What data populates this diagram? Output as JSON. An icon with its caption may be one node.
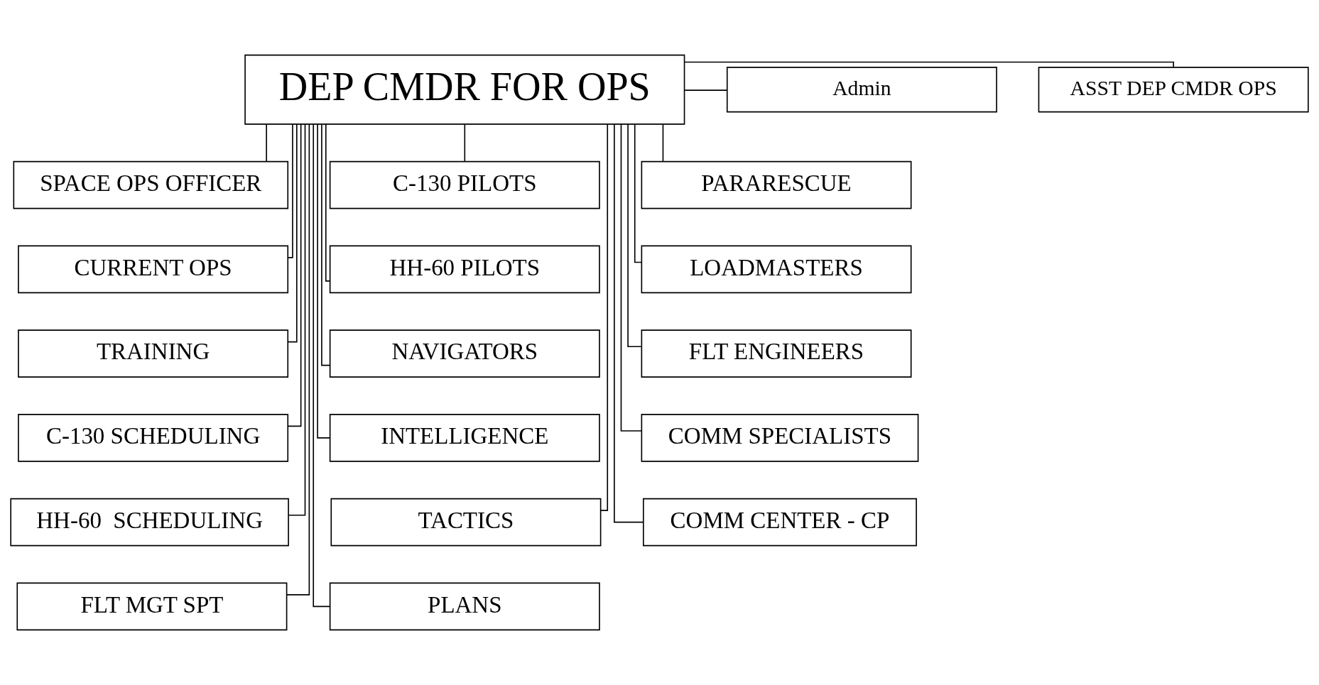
{
  "diagram": {
    "nodes": [
      {
        "text": [
          "DEP CMDR FOR OPS"
        ]
      },
      {
        "text": [
          "ASST DEP CMDR OPS"
        ]
      },
      {
        "text": [
          "Admin"
        ]
      },
      {
        "text": [
          "SPACE OPS OFFICER"
        ]
      },
      {
        "text": [
          "C-130 PILOTS"
        ]
      },
      {
        "text": [
          "PARARESCUE"
        ]
      },
      {
        "text": [
          "CURRENT OPS"
        ]
      },
      {
        "text": [
          "HH-60 PILOTS"
        ]
      },
      {
        "text": [
          "LOADMASTERS"
        ]
      },
      {
        "text": [
          "TRAINING"
        ]
      },
      {
        "text": [
          "NAVIGATORS"
        ]
      },
      {
        "text": [
          "FLT ENGINEERS"
        ]
      },
      {
        "text": [
          "C-130 SCHEDULING"
        ]
      },
      {
        "text": [
          "INTELLIGENCE"
        ]
      },
      {
        "text": [
          "COMM SPECIALISTS"
        ]
      },
      {
        "text": [
          "HH-60  SCHEDULING"
        ]
      },
      {
        "text": [
          "TACTICS"
        ]
      },
      {
        "text": [
          "COMM CENTER - CP"
        ]
      },
      {
        "text": [
          "FLT MGT SPT"
        ]
      },
      {
        "text": [
          "PLANS"
        ]
      }
    ],
    "edges": [
      {
        "from": 0,
        "to": 1,
        "arrow": "none"
      },
      {
        "from": 0,
        "to": 2,
        "arrow": "none"
      },
      {
        "from": 0,
        "to": 3,
        "arrow": "none"
      },
      {
        "from": 0,
        "to": 4,
        "arrow": "none"
      },
      {
        "from": 0,
        "to": 5,
        "arrow": "none"
      },
      {
        "from": 0,
        "to": 6,
        "arrow": "none"
      },
      {
        "from": 0,
        "to": 7,
        "arrow": "none"
      },
      {
        "from": 0,
        "to": 8,
        "arrow": "none"
      },
      {
        "from": 0,
        "to": 9,
        "arrow": "none"
      },
      {
        "from": 0,
        "to": 10,
        "arrow": "none"
      },
      {
        "from": 0,
        "to": 11,
        "arrow": "none"
      },
      {
        "from": 0,
        "to": 12,
        "arrow": "none"
      },
      {
        "from": 0,
        "to": 13,
        "arrow": "none"
      },
      {
        "from": 0,
        "to": 14,
        "arrow": "none"
      },
      {
        "from": 0,
        "to": 15,
        "arrow": "none"
      },
      {
        "from": 0,
        "to": 16,
        "arrow": "none"
      },
      {
        "from": 0,
        "to": 17,
        "arrow": "none"
      },
      {
        "from": 0,
        "to": 18,
        "arrow": "none"
      },
      {
        "from": 0,
        "to": 19,
        "arrow": "none"
      }
    ]
  }
}
